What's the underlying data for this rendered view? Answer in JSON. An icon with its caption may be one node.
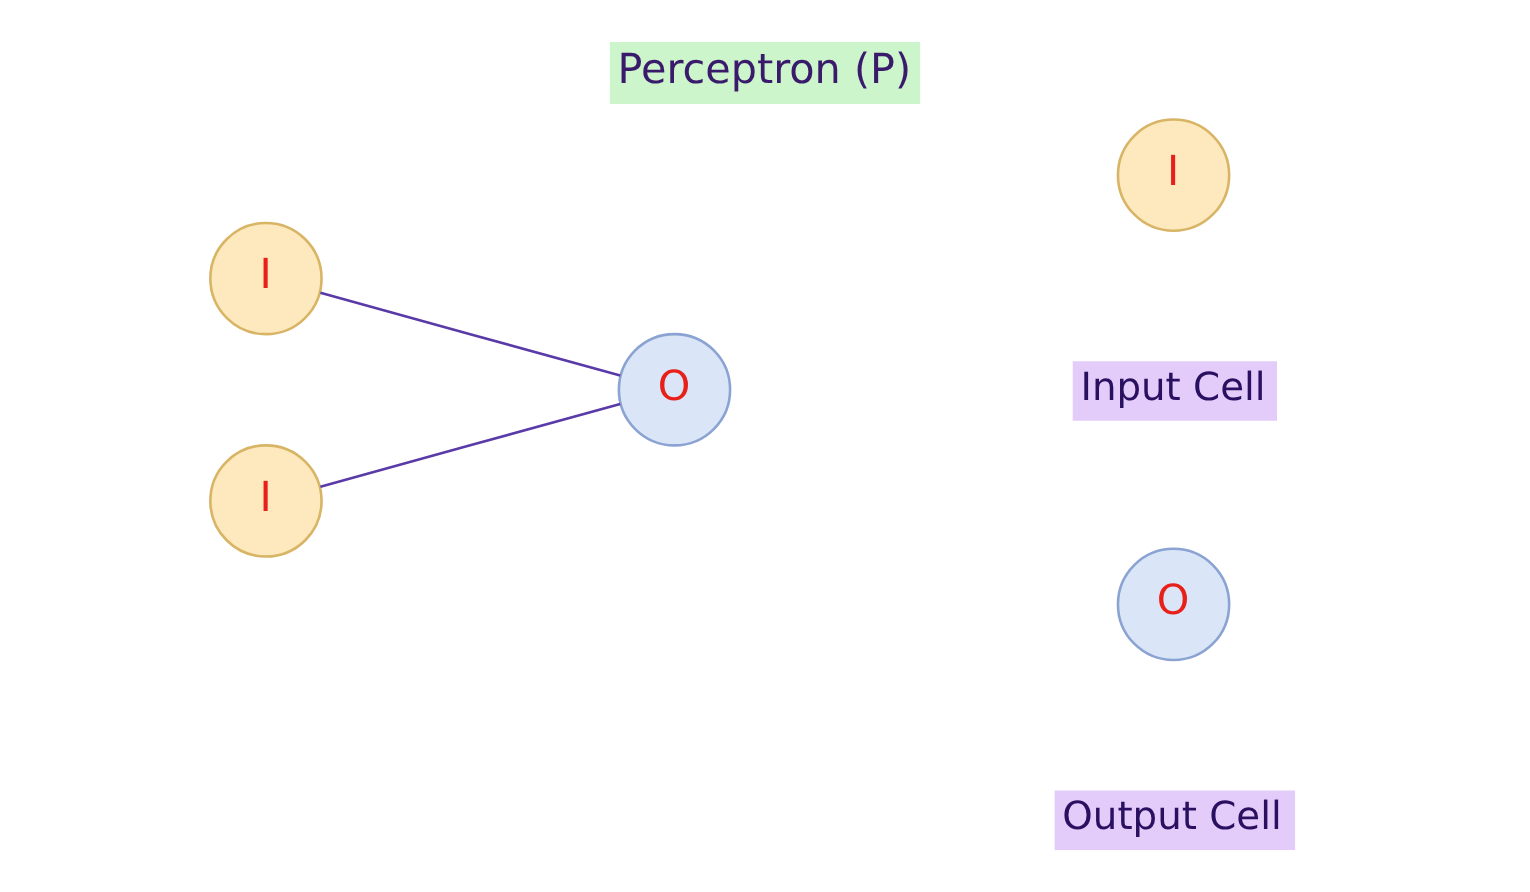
{
  "diagram": {
    "title": "Perceptron (P)",
    "nodes": [
      {
        "text": [
          "I"
        ]
      },
      {
        "text": [
          "I"
        ]
      },
      {
        "text": [
          "O"
        ]
      },
      {
        "text": [
          "I"
        ],
        "beside": [
          "Input Cell"
        ]
      },
      {
        "text": [
          "O"
        ],
        "beside": [
          "Output Cell"
        ]
      }
    ],
    "edges": [
      {
        "from": 0,
        "to": 2,
        "arrow": "none",
        "color": "#5a3aa8"
      },
      {
        "from": 1,
        "to": 2,
        "arrow": "none",
        "color": "#5a3aa8"
      }
    ]
  }
}
